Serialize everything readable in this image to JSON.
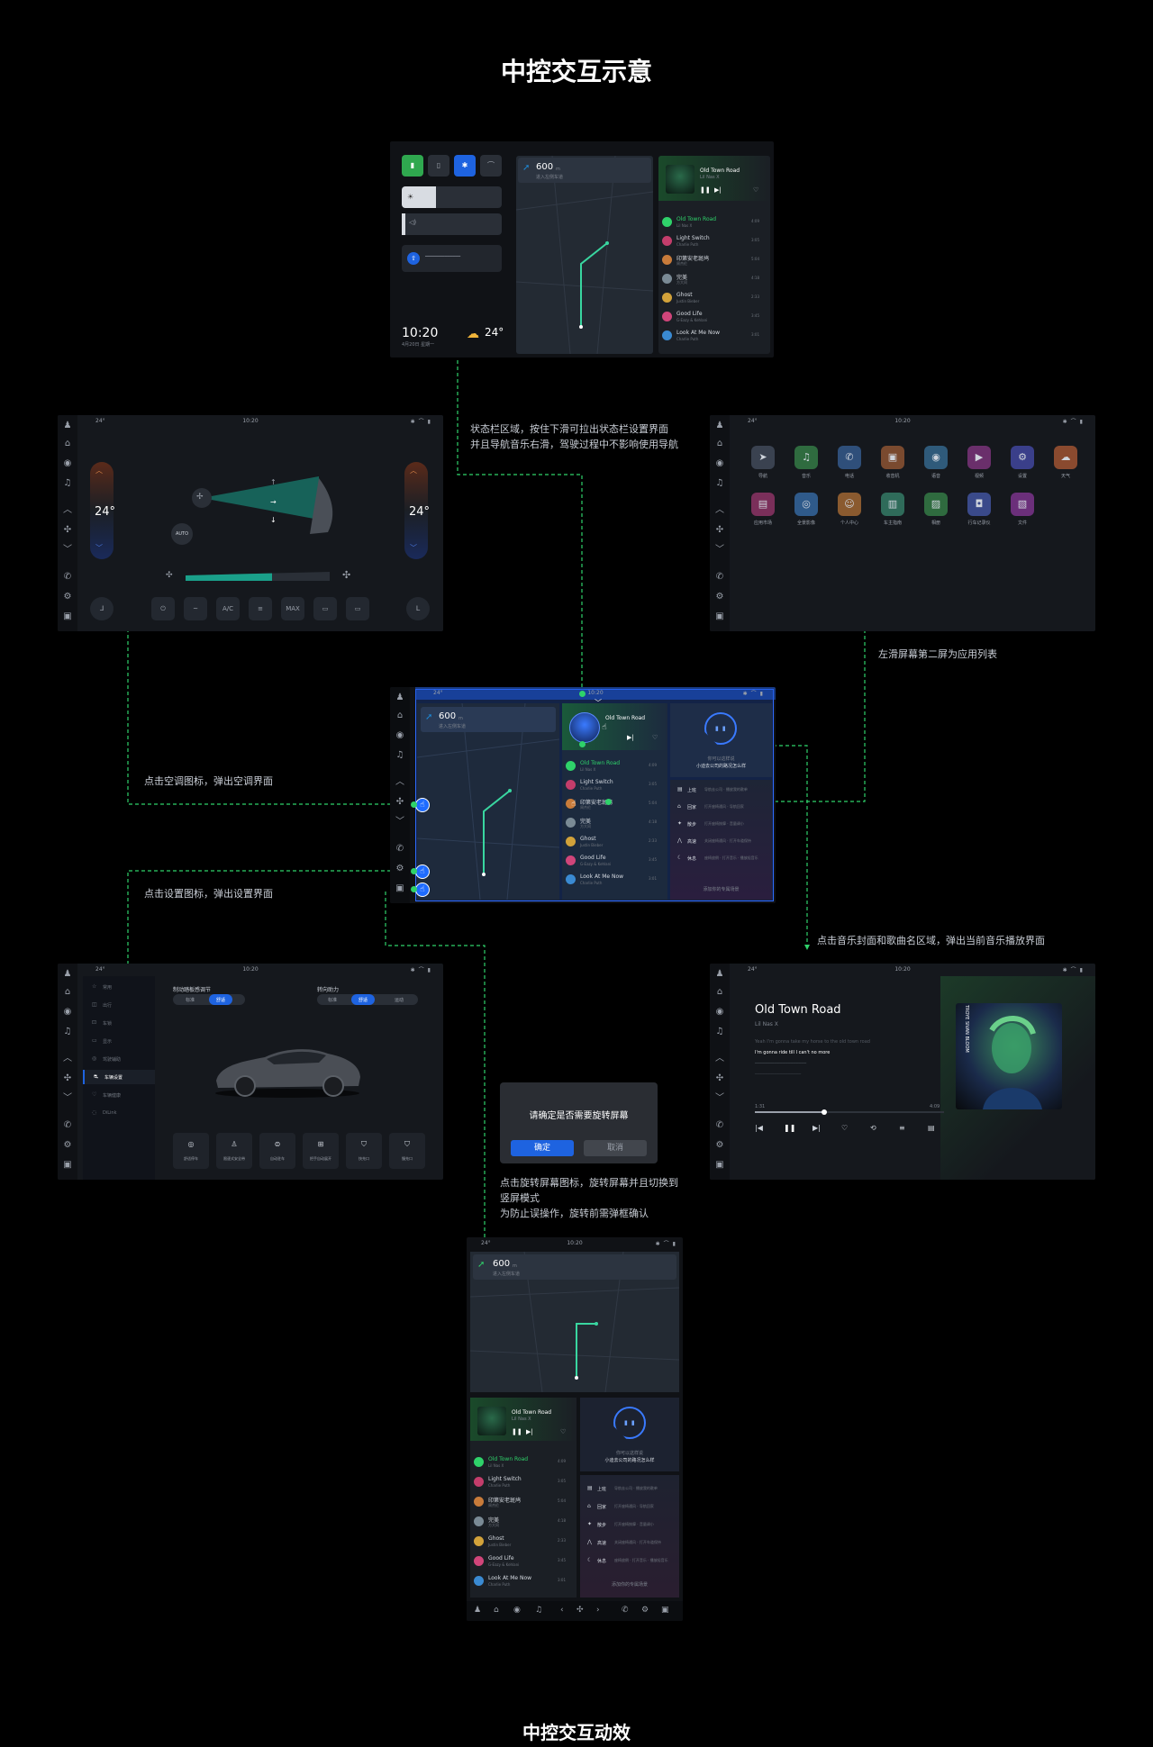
{
  "page": {
    "title_top": "中控交互示意",
    "title_bottom": "中控交互动效"
  },
  "annotations": {
    "status_bar_1": "状态栏区域，按住下滑可拉出状态栏设置界面",
    "status_bar_2": "并且导航音乐右滑，驾驶过程中不影响使用导航",
    "left_slide": "左滑屏幕第二屏为应用列表",
    "ac": "点击空调图标，弹出空调界面",
    "settings": "点击设置图标，弹出设置界面",
    "music": "点击音乐封面和歌曲名区域，弹出当前音乐播放界面",
    "rotate_1": "点击旋转屏幕图标，旋转屏幕并且切换到",
    "rotate_2": "竖屏模式",
    "rotate_3": "为防止误操作，旋转前需弹框确认"
  },
  "status": {
    "time": "10:20",
    "temp": "24°",
    "date_line": "4月20日 星期一",
    "weather_temp": "24°"
  },
  "nav": {
    "distance": "600",
    "unit": "m",
    "hint": "进入左侧车道"
  },
  "player": {
    "title": "Old Town Road",
    "artist": "Lil Nas X",
    "lyric1": "Yeah I'm gonna take my horse to the old town road",
    "lyric2": "I'm gonna ride till I can't no more",
    "time_start": "1:31",
    "time_end": "4:09",
    "album_text": "TROYE SIVAN BLOOM"
  },
  "songs": [
    {
      "name": "Old Town Road",
      "artist": "Lil Nas X",
      "dur": "4:09",
      "color": "#2fd26a"
    },
    {
      "name": "Light Switch",
      "artist": "Charlie Puth",
      "dur": "3:05",
      "color": "#c33d6b"
    },
    {
      "name": "印第安老斑鸠",
      "artist": "周杰伦",
      "dur": "5:04",
      "color": "#c87b3a"
    },
    {
      "name": "完美",
      "artist": "方大同",
      "dur": "4:18",
      "color": "#7a8a95"
    },
    {
      "name": "Ghost",
      "artist": "Justin Bieber",
      "dur": "2:33",
      "color": "#d2a23a"
    },
    {
      "name": "Good Life",
      "artist": "G-Eazy & Kehlani",
      "dur": "3:45",
      "color": "#d0457a"
    },
    {
      "name": "Look At Me Now",
      "artist": "Charlie Puth",
      "dur": "3:01",
      "color": "#3a8ad2"
    }
  ],
  "assistant": {
    "prompt_small": "你可以这样说",
    "prompt": "小迪去公司的路况怎么样",
    "items": [
      {
        "label": "上班",
        "text": "导航去公司 · 播放我的歌单"
      },
      {
        "label": "回家",
        "text": "打开座椅通风 · 导航回家"
      },
      {
        "label": "散步",
        "text": "打开座椅按摩 · 音量调小"
      },
      {
        "label": "高速",
        "text": "关闭座椅通风 · 打开车道保持"
      },
      {
        "label": "休息",
        "text": "座椅放倒 · 打开音乐 · 播放轻音乐"
      }
    ],
    "add": "添加你的专属场景"
  },
  "ac": {
    "temp_left": "24°",
    "temp_right": "24°",
    "auto": "AUTO",
    "buttons": [
      "⏻",
      "~",
      "A/C",
      "≡",
      "MAX",
      "▭",
      "▭"
    ]
  },
  "apps": [
    {
      "label": "导航",
      "icon": "➤",
      "color": "#3a4250"
    },
    {
      "label": "音乐",
      "icon": "♫",
      "color": "#2f6b3f"
    },
    {
      "label": "电话",
      "icon": "✆",
      "color": "#2f4f7a"
    },
    {
      "label": "收音机",
      "icon": "▣",
      "color": "#7a4a2f"
    },
    {
      "label": "语音",
      "icon": "◉",
      "color": "#2f5a7a"
    },
    {
      "label": "视频",
      "icon": "▶",
      "color": "#6a2f6b"
    },
    {
      "label": "设置",
      "icon": "⚙",
      "color": "#3a3f8a"
    },
    {
      "label": "天气",
      "icon": "☁",
      "color": "#8a4a2f"
    },
    {
      "label": "应用市场",
      "icon": "▤",
      "color": "#7a2f5a"
    },
    {
      "label": "全景影像",
      "icon": "◎",
      "color": "#2f5a8a"
    },
    {
      "label": "个人中心",
      "icon": "☺",
      "color": "#8a5a2f"
    },
    {
      "label": "车主指南",
      "icon": "▥",
      "color": "#2f6b5a"
    },
    {
      "label": "相册",
      "icon": "▨",
      "color": "#2f6b3f"
    },
    {
      "label": "行车记录仪",
      "icon": "◘",
      "color": "#3a4a8a"
    },
    {
      "label": "文件",
      "icon": "▧",
      "color": "#6b2f7a"
    }
  ],
  "settings": {
    "menu": [
      "常用",
      "出行",
      "车锁",
      "显示",
      "驾驶辅助",
      "车辆设置",
      "车辆健康",
      "DiLink"
    ],
    "active": "车辆设置",
    "group1": "制动踏板感调节",
    "group1_opts": [
      "标准",
      "舒适"
    ],
    "group2": "转向助力",
    "group2_opts": [
      "标准",
      "舒适",
      "运动"
    ],
    "tiles": [
      "舒适停车",
      "限速式安全带",
      "自动驻车",
      "把手自动展开",
      "快充口",
      "慢充口"
    ]
  },
  "dialog": {
    "message": "请确定是否需要旋转屏幕",
    "confirm": "确定",
    "cancel": "取消"
  },
  "colors": {
    "accent_green": "#2fd26a",
    "accent_blue": "#1e63e0",
    "bg": "#000000"
  }
}
